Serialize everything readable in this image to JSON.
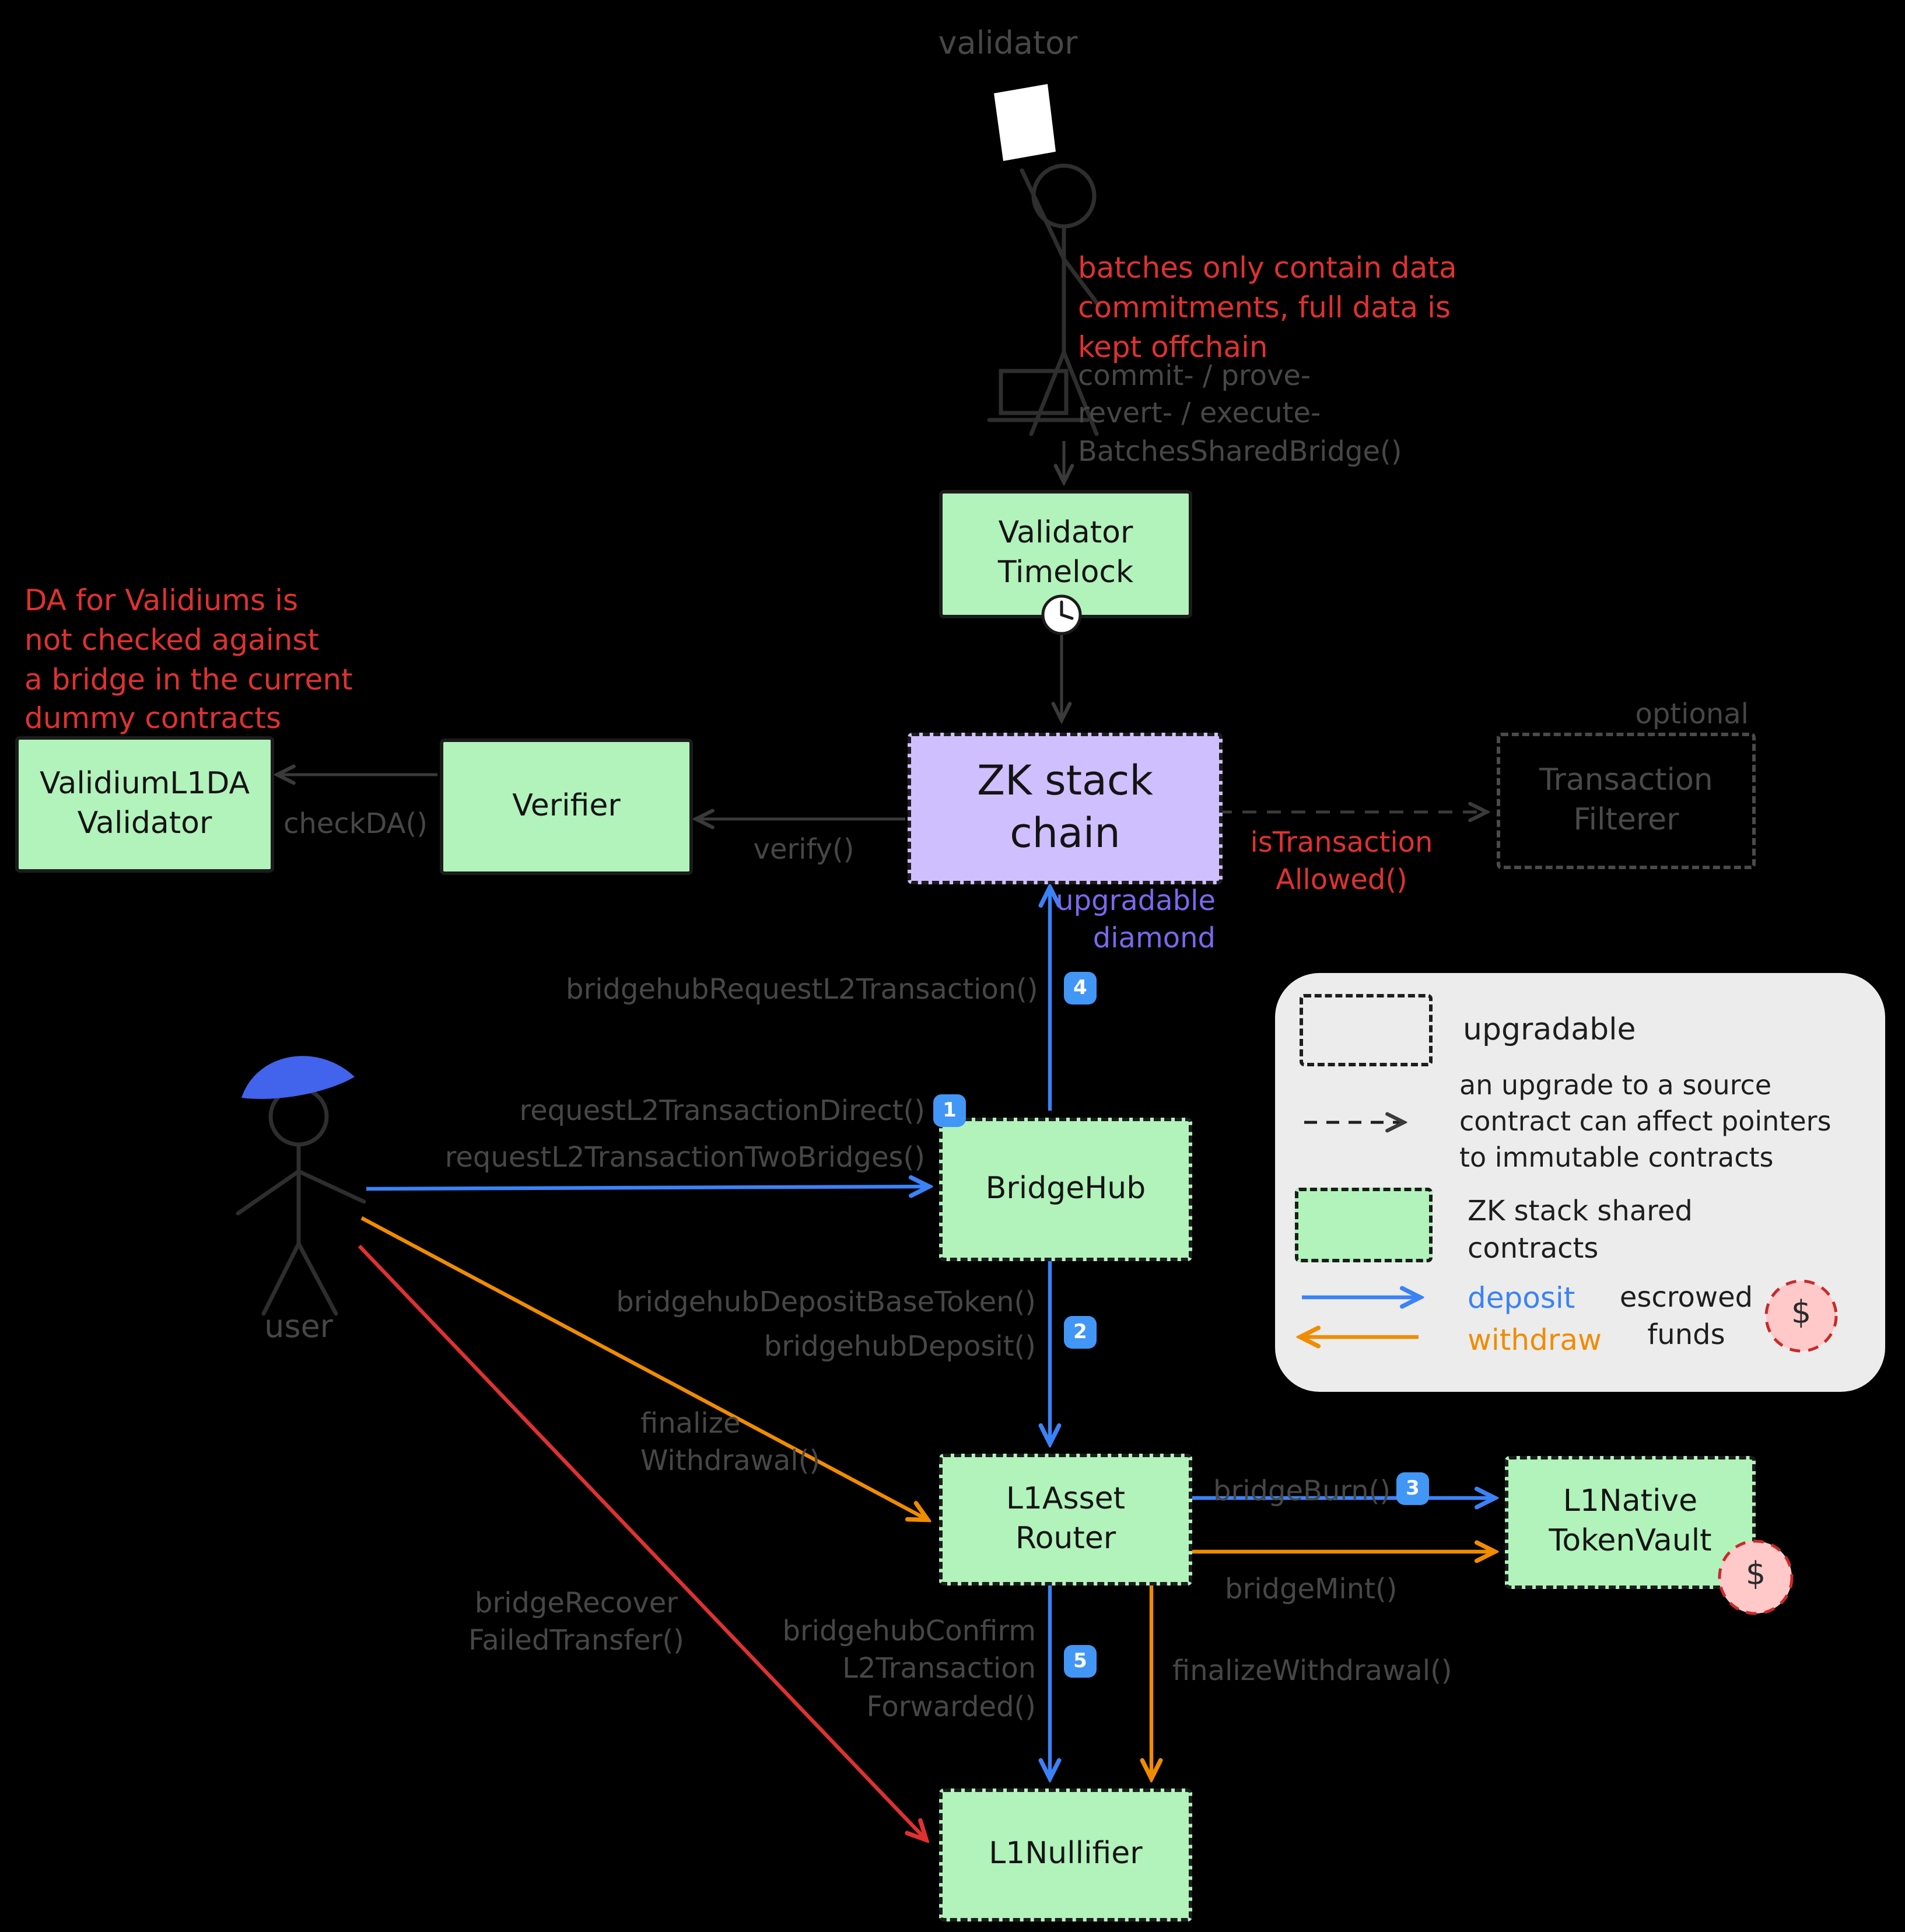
{
  "colors": {
    "background": "#000000",
    "green_fill": "#b2f2bb",
    "purple_fill": "#d0bfff",
    "blue": "#3b82f6",
    "orange": "#f08c00",
    "red": "#e03131",
    "muted_gray": "#474747",
    "legend_bg": "#ececec",
    "pink": "#ffc9c9",
    "badge_blue": "#4296f5",
    "cap_blue": "#4263eb"
  },
  "actors": {
    "validator": {
      "label": "validator"
    },
    "user": {
      "label": "user"
    }
  },
  "nodes": {
    "validator_timelock": {
      "label": "Validator\nTimelock"
    },
    "zk_stack_chain": {
      "label": "ZK stack\nchain"
    },
    "validium_l1da_validator": {
      "label": "ValidiumL1DA\nValidator"
    },
    "verifier": {
      "label": "Verifier"
    },
    "transaction_filterer": {
      "label": "Transaction\nFilterer",
      "tag": "optional"
    },
    "bridgehub": {
      "label": "BridgeHub"
    },
    "l1_asset_router": {
      "label": "L1Asset\nRouter"
    },
    "l1_native_token_vault": {
      "label": "L1Native\nTokenVault"
    },
    "l1_nullifier": {
      "label": "L1Nullifier"
    }
  },
  "notes": {
    "batches_offchain": "batches only contain data\ncommitments, full data is\nkept offchain",
    "validator_calls": "commit- / prove-\nrevert- / execute-\nBatchesSharedBridge()",
    "da_validiums": "DA for Validiums is\nnot checked against\na bridge in the current\ndummy contracts",
    "upgradable_diamond": "upgradable\ndiamond"
  },
  "edges": {
    "check_da": {
      "label": "checkDA()"
    },
    "verify": {
      "label": "verify()"
    },
    "is_transaction_allowed": {
      "label": "isTransaction\nAllowed()"
    },
    "bridgehub_request_l2_transaction": {
      "label": "bridgehubRequestL2Transaction()",
      "badge": "4"
    },
    "request_l2_transaction_direct": {
      "label": "requestL2TransactionDirect()",
      "badge": "1"
    },
    "request_l2_transaction_two_bridges": {
      "label": "requestL2TransactionTwoBridges()"
    },
    "bridgehub_deposit_base_token": {
      "label": "bridgehubDepositBaseToken()"
    },
    "bridgehub_deposit": {
      "label": "bridgehubDeposit()",
      "badge": "2"
    },
    "finalize_withdrawal_user": {
      "label": "finalize\nWithdrawal()"
    },
    "bridge_burn": {
      "label": "bridgeBurn()",
      "badge": "3"
    },
    "bridge_mint": {
      "label": "bridgeMint()"
    },
    "bridge_recover_failed_transfer": {
      "label": "bridgeRecover\nFailedTransfer()"
    },
    "bridgehub_confirm_l2_transaction_forwarded": {
      "label": "bridgehubConfirm\nL2Transaction\nForwarded()",
      "badge": "5"
    },
    "finalize_withdrawal": {
      "label": "finalizeWithdrawal()"
    }
  },
  "legend": {
    "upgradable": "upgradable",
    "upgrade_pointer": "an upgrade to a source\ncontract can affect pointers\nto immutable contracts",
    "shared_contracts": "ZK stack shared\ncontracts",
    "deposit": "deposit",
    "withdraw": "withdraw",
    "escrowed_funds": "escrowed\nfunds",
    "dollar": "$"
  }
}
